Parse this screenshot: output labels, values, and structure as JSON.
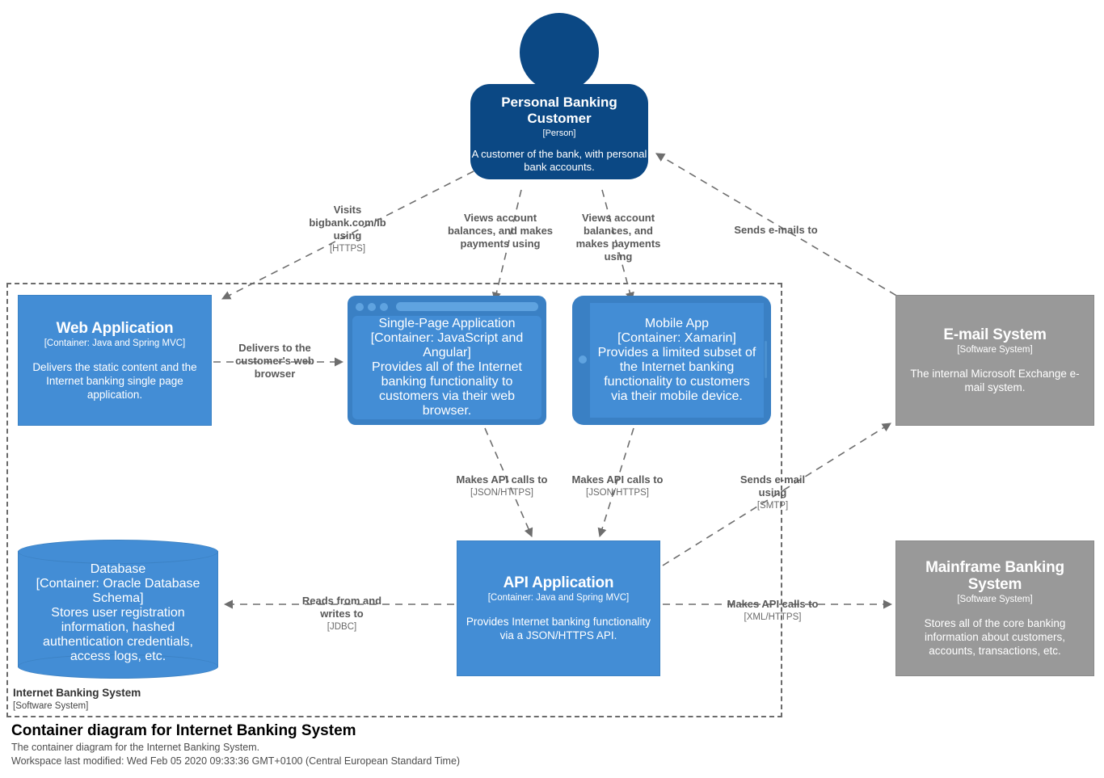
{
  "diagram": {
    "title": "Container diagram for Internet Banking System",
    "description": "The container diagram for the Internet Banking System.",
    "last_modified": "Workspace last modified: Wed Feb 05 2020 09:33:36 GMT+0100 (Central European Standard Time)"
  },
  "boundary": {
    "name": "Internet Banking System",
    "type": "[Software System]"
  },
  "colors": {
    "person": "#0b4884",
    "container": "#438dd5",
    "container_frame": "#3a80c4",
    "external_system": "#999999",
    "edge": "#707070",
    "boundary": "#6b6b6b"
  },
  "nodes": {
    "person": {
      "name": "Personal Banking Customer",
      "type": "[Person]",
      "description": "A customer of the bank, with personal bank accounts."
    },
    "web_application": {
      "name": "Web Application",
      "type": "[Container: Java and Spring MVC]",
      "description": "Delivers the static content and the Internet banking single page application."
    },
    "single_page_application": {
      "name": "Single-Page Application",
      "type": "[Container: JavaScript and Angular]",
      "description": "Provides all of the Internet banking functionality to customers via their web browser."
    },
    "mobile_app": {
      "name": "Mobile App",
      "type": "[Container: Xamarin]",
      "description": "Provides a limited subset of the Internet banking functionality to customers via their mobile device."
    },
    "email_system": {
      "name": "E-mail System",
      "type": "[Software System]",
      "description": "The internal Microsoft Exchange e-mail system."
    },
    "database": {
      "name": "Database",
      "type": "[Container: Oracle Database Schema]",
      "description": "Stores user registration information, hashed authentication credentials, access logs, etc."
    },
    "api_application": {
      "name": "API Application",
      "type": "[Container: Java and Spring MVC]",
      "description": "Provides Internet banking functionality via a JSON/HTTPS API."
    },
    "mainframe_banking_system": {
      "name": "Mainframe Banking System",
      "type": "[Software System]",
      "description": "Stores all of the core banking information about customers, accounts, transactions, etc."
    }
  },
  "edges": {
    "visits_web_app": {
      "label": "Visits bigbank.com/ib using",
      "technology": "[HTTPS]"
    },
    "customer_uses_spa": {
      "label": "Views account balances, and makes payments using",
      "technology": ""
    },
    "customer_uses_mobile": {
      "label": "Views account balances, and makes payments using",
      "technology": ""
    },
    "email_to_customer": {
      "label": "Sends e-mails to",
      "technology": ""
    },
    "web_delivers_spa": {
      "label": "Delivers to the customer's web browser",
      "technology": ""
    },
    "spa_to_api": {
      "label": "Makes API calls to",
      "technology": "[JSON/HTTPS]"
    },
    "mobile_to_api": {
      "label": "Makes API calls to",
      "technology": "[JSON/HTTPS]"
    },
    "api_to_email": {
      "label": "Sends e-mail using",
      "technology": "[SMTP]"
    },
    "api_to_database": {
      "label": "Reads from and writes to",
      "technology": "[JDBC]"
    },
    "api_to_mainframe": {
      "label": "Makes API calls to",
      "technology": "[XML/HTTPS]"
    }
  }
}
